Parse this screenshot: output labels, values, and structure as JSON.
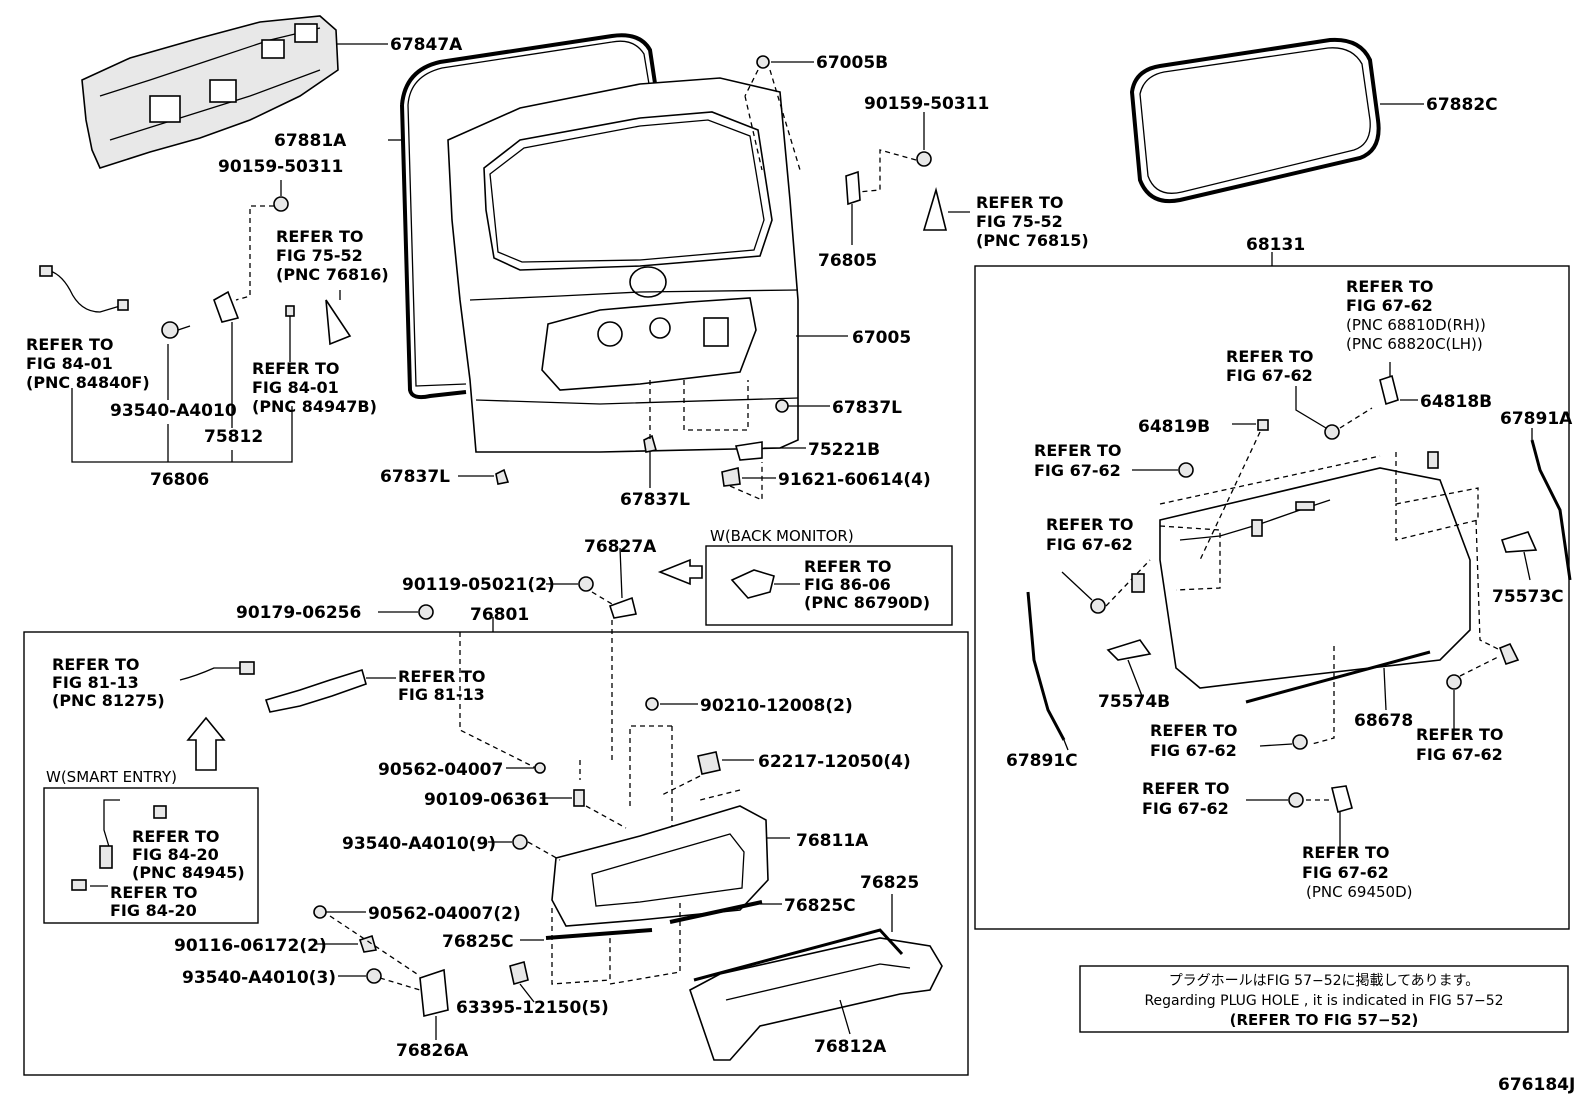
{
  "diagram_id": "676184J",
  "parts": {
    "p67847A": "67847A",
    "p67881A": "67881A",
    "p67005B": "67005B",
    "p90159_50311_a": "90159-50311",
    "p90159_50311_b": "90159-50311",
    "p67882C": "67882C",
    "p76805": "76805",
    "p68131": "68131",
    "p67005": "67005",
    "p67837L_a": "67837L",
    "p67837L_b": "67837L",
    "p67837L_c": "67837L",
    "p75221B": "75221B",
    "p91621": "91621-60614(4)",
    "p93540_a": "93540-A4010",
    "p75812": "75812",
    "p76806": "76806",
    "p64819B": "64819B",
    "p64818B": "64818B",
    "p67891A": "67891A",
    "p75573C": "75573C",
    "p75574B": "75574B",
    "p68678": "68678",
    "p67891C": "67891C",
    "p76827A": "76827A",
    "p90119": "90119-05021(2)",
    "p90179": "90179-06256",
    "p76801": "76801",
    "p90210": "90210-12008(2)",
    "p62217": "62217-12050(4)",
    "p90562_a": "90562-04007",
    "p90109": "90109-06361",
    "p93540_9": "93540-A4010(9)",
    "p76811A": "76811A",
    "p76825": "76825",
    "p76825C_a": "76825C",
    "p76825C_b": "76825C",
    "p90562_2": "90562-04007(2)",
    "p90116": "90116-06172(2)",
    "p93540_3": "93540-A4010(3)",
    "p63395": "63395-12150(5)",
    "p76826A": "76826A",
    "p76812A": "76812A"
  },
  "refs": {
    "r_fig75_52_76816": [
      "REFER TO",
      "FIG 75-52",
      "(PNC 76816)"
    ],
    "r_fig75_52_76815": [
      "REFER TO",
      "FIG 75-52",
      "(PNC 76815)"
    ],
    "r_fig84_01_84840F": [
      "REFER TO",
      "FIG 84-01",
      "(PNC 84840F)"
    ],
    "r_fig84_01_84947B": [
      "REFER TO",
      "FIG 84-01",
      "(PNC 84947B)"
    ],
    "r_fig67_62_hinge": [
      "REFER TO",
      "FIG 67-62",
      "(PNC 68810D(RH))",
      "(PNC 68820C(LH))"
    ],
    "r_fig67_62_a": [
      "REFER TO",
      "FIG 67-62"
    ],
    "r_fig67_62_b": [
      "REFER TO",
      "FIG 67-62"
    ],
    "r_fig67_62_c": [
      "REFER TO",
      "FIG 67-62"
    ],
    "r_fig67_62_d": [
      "REFER TO",
      "FIG 67-62"
    ],
    "r_fig67_62_e": [
      "REFER TO",
      "FIG 67-62"
    ],
    "r_fig67_62_f": [
      "REFER TO",
      "FIG 67-62"
    ],
    "r_fig67_62_69450D": [
      "REFER TO",
      "FIG 67-62",
      "(PNC 69450D)"
    ],
    "r_fig86_06": [
      "REFER TO",
      "FIG 86-06",
      "(PNC 86790D)"
    ],
    "r_fig81_13_81275": [
      "REFER TO",
      "FIG 81-13",
      "(PNC 81275)"
    ],
    "r_fig81_13": [
      "REFER TO",
      "FIG 81-13"
    ],
    "r_fig84_20_84945": [
      "REFER TO",
      "FIG 84-20",
      "(PNC 84945)"
    ],
    "r_fig84_20": [
      "REFER TO",
      "FIG 84-20"
    ]
  },
  "options": {
    "back_monitor": "W(BACK MONITOR)",
    "smart_entry": "W(SMART ENTRY)"
  },
  "note": {
    "jp": "プラグホールはFIG 57−52に掲載してあります。",
    "en": "Regarding  PLUG  HOLE , it is indicated in FIG  57−52",
    "ref": "(REFER  TO  FIG  57−52)"
  }
}
